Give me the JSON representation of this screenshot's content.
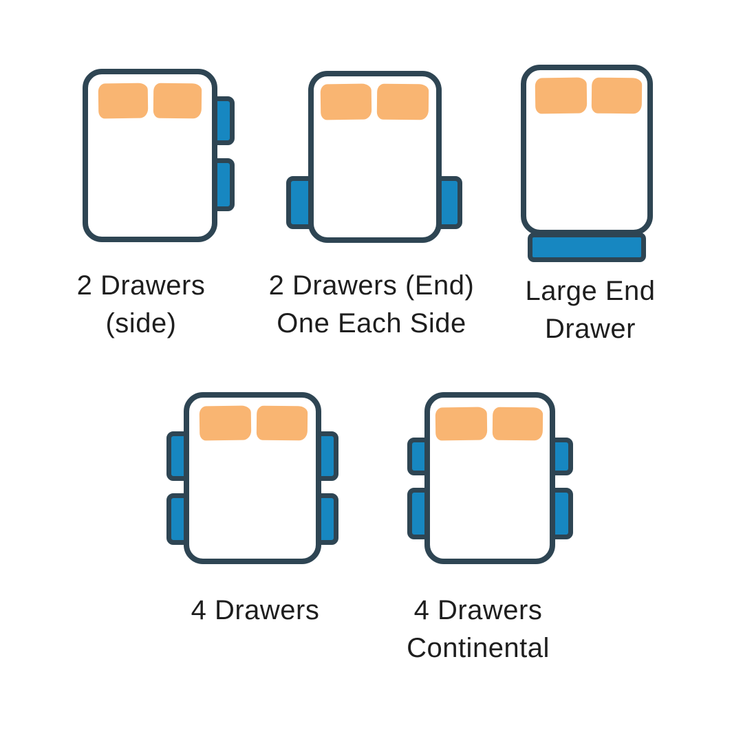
{
  "figures": [
    {
      "id": "2-drawers-side",
      "label_lines": [
        "2 Drawers",
        "(side)"
      ],
      "drawer_config": "two side drawers on right side"
    },
    {
      "id": "2-drawers-end-one-each-side",
      "label_lines": [
        "2 Drawers (End)",
        "One Each Side"
      ],
      "drawer_config": "one end drawer on each side near foot"
    },
    {
      "id": "large-end-drawer",
      "label_lines": [
        "Large End",
        "Drawer"
      ],
      "drawer_config": "single large drawer at foot end"
    },
    {
      "id": "4-drawers",
      "label_lines": [
        "4 Drawers"
      ],
      "drawer_config": "two drawers on each side"
    },
    {
      "id": "4-drawers-continental",
      "label_lines": [
        "4 Drawers",
        "Continental"
      ],
      "drawer_config": "two drawers on each side, shorter top drawers"
    }
  ],
  "colors": {
    "outline": "#2e4553",
    "drawer_blue": "#1787c1",
    "pillow_orange": "#f9b572",
    "label_text": "#1e1e1e",
    "background": "#ffffff"
  }
}
